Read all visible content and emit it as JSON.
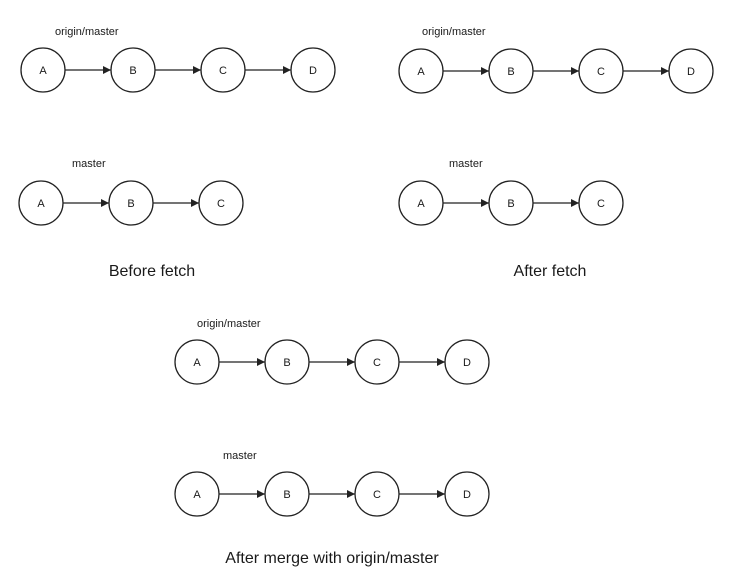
{
  "colors": {
    "stroke": "#222222",
    "fill": "#ffffff",
    "text": "#1a1a1a"
  },
  "captions": {
    "before_fetch": "Before fetch",
    "after_fetch": "After fetch",
    "after_merge": "After merge with origin/master"
  },
  "panels": [
    {
      "caption_key": "before_fetch",
      "branches": [
        {
          "label": "origin/master",
          "commits": [
            "A",
            "B",
            "C",
            "D"
          ]
        },
        {
          "label": "master",
          "commits": [
            "A",
            "B",
            "C"
          ]
        }
      ]
    },
    {
      "caption_key": "after_fetch",
      "branches": [
        {
          "label": "origin/master",
          "commits": [
            "A",
            "B",
            "C",
            "D"
          ]
        },
        {
          "label": "master",
          "commits": [
            "A",
            "B",
            "C"
          ]
        }
      ]
    },
    {
      "caption_key": "after_merge",
      "branches": [
        {
          "label": "origin/master",
          "commits": [
            "A",
            "B",
            "C",
            "D"
          ]
        },
        {
          "label": "master",
          "commits": [
            "A",
            "B",
            "C",
            "D"
          ]
        }
      ]
    }
  ]
}
